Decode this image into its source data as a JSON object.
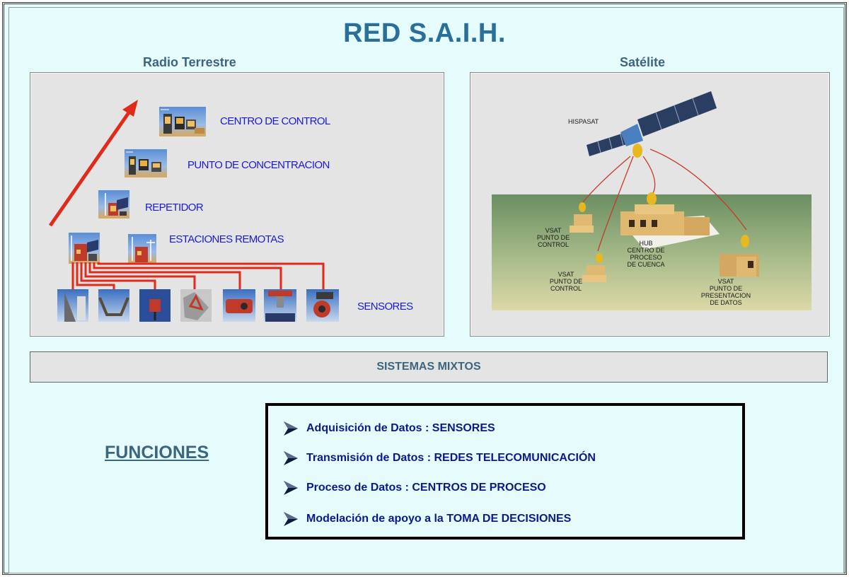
{
  "title": "RED S.A.I.H.",
  "radio": {
    "title": "Radio Terrestre",
    "labels": {
      "control": "CENTRO DE CONTROL",
      "concentracion": "PUNTO DE CONCENTRACION",
      "repetidor": "REPETIDOR",
      "estaciones": "ESTACIONES  REMOTAS",
      "sensores": "SENSORES"
    },
    "colors": {
      "arrow": "#e02a1a",
      "wires": "#e02a1a",
      "text": "#1a1ad6"
    }
  },
  "satellite": {
    "title": "Satélite",
    "satellite_name": "HISPASAT",
    "nodes": {
      "vsat_control_1": "VSAT\nPUNTO DE\nCONTROL",
      "hub": "HUB\nCENTRO DE\nPROCESO\nDE CUENCA",
      "vsat_control_2": "VSAT\nPUNTO DE\nCONTROL",
      "vsat_presentacion": "VSAT\nPUNTO DE\nPRESENTACION\nDE DATOS"
    }
  },
  "mixtos": "SISTEMAS MIXTOS",
  "funciones": {
    "heading": "FUNCIONES",
    "items": [
      "Adquisición de Datos : SENSORES",
      "Transmisión de Datos : REDES TELECOMUNICACIÓN",
      "Proceso de Datos : CENTROS DE PROCESO",
      "Modelación de apoyo a la TOMA DE DECISIONES"
    ]
  }
}
